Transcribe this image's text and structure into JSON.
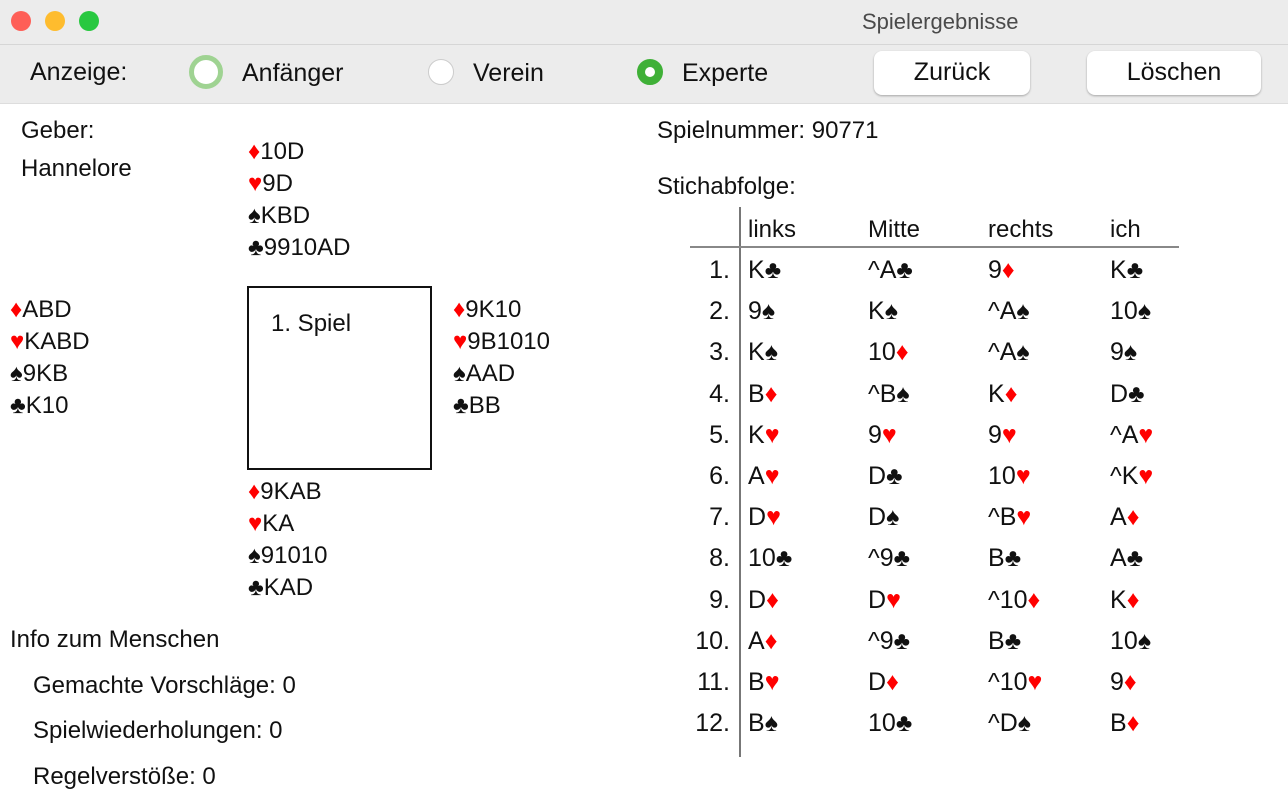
{
  "window": {
    "title": "Spielergebnisse"
  },
  "toolbar": {
    "label": "Anzeige:",
    "options": [
      "Anfänger",
      "Verein",
      "Experte"
    ],
    "selected": "Experte",
    "back": "Zurück",
    "delete": "Löschen"
  },
  "dealer": {
    "label": "Geber:",
    "name": "Hannelore"
  },
  "hands": {
    "top": [
      [
        "♦",
        "10D"
      ],
      [
        "♥",
        "9D"
      ],
      [
        "♠",
        "KBD"
      ],
      [
        "♣",
        "9910AD"
      ]
    ],
    "left": [
      [
        "♦",
        "ABD"
      ],
      [
        "♥",
        "KABD"
      ],
      [
        "♠",
        "9KB"
      ],
      [
        "♣",
        "K10"
      ]
    ],
    "right": [
      [
        "♦",
        "9K10"
      ],
      [
        "♥",
        "9B1010"
      ],
      [
        "♠",
        "AAD"
      ],
      [
        "♣",
        "BB"
      ]
    ],
    "bottom": [
      [
        "♦",
        "9KAB"
      ],
      [
        "♥",
        "KA"
      ],
      [
        "♠",
        "91010"
      ],
      [
        "♣",
        "KAD"
      ]
    ]
  },
  "game_box": "1. Spiel",
  "info": {
    "title": "Info zum Menschen",
    "suggestions": "Gemachte Vorschläge: 0",
    "replays": "Spielwiederholungen: 0",
    "violations": "Regelverstöße: 0"
  },
  "game_number": "Spielnummer: 90771",
  "tricks": {
    "title": "Stichabfolge:",
    "columns": [
      "links",
      "Mitte",
      "rechts",
      "ich"
    ],
    "rows": [
      [
        "1.",
        [
          "K",
          "♣"
        ],
        [
          "^A",
          "♣"
        ],
        [
          "9",
          "♦"
        ],
        [
          "K",
          "♣"
        ]
      ],
      [
        "2.",
        [
          "9",
          "♠"
        ],
        [
          "K",
          "♠"
        ],
        [
          "^A",
          "♠"
        ],
        [
          "10",
          "♠"
        ]
      ],
      [
        "3.",
        [
          "K",
          "♠"
        ],
        [
          "10",
          "♦"
        ],
        [
          "^A",
          "♠"
        ],
        [
          "9",
          "♠"
        ]
      ],
      [
        "4.",
        [
          "B",
          "♦"
        ],
        [
          "^B",
          "♠"
        ],
        [
          "K",
          "♦"
        ],
        [
          "D",
          "♣"
        ]
      ],
      [
        "5.",
        [
          "K",
          "♥"
        ],
        [
          "9",
          "♥"
        ],
        [
          "9",
          "♥"
        ],
        [
          "^A",
          "♥"
        ]
      ],
      [
        "6.",
        [
          "A",
          "♥"
        ],
        [
          "D",
          "♣"
        ],
        [
          "10",
          "♥"
        ],
        [
          "^K",
          "♥"
        ]
      ],
      [
        "7.",
        [
          "D",
          "♥"
        ],
        [
          "D",
          "♠"
        ],
        [
          "^B",
          "♥"
        ],
        [
          "A",
          "♦"
        ]
      ],
      [
        "8.",
        [
          "10",
          "♣"
        ],
        [
          "^9",
          "♣"
        ],
        [
          "B",
          "♣"
        ],
        [
          "A",
          "♣"
        ]
      ],
      [
        "9.",
        [
          "D",
          "♦"
        ],
        [
          "D",
          "♥"
        ],
        [
          "^10",
          "♦"
        ],
        [
          "K",
          "♦"
        ]
      ],
      [
        "10.",
        [
          "A",
          "♦"
        ],
        [
          "^9",
          "♣"
        ],
        [
          "B",
          "♣"
        ],
        [
          "10",
          "♠"
        ]
      ],
      [
        "11.",
        [
          "B",
          "♥"
        ],
        [
          "D",
          "♦"
        ],
        [
          "^10",
          "♥"
        ],
        [
          "9",
          "♦"
        ]
      ],
      [
        "12.",
        [
          "B",
          "♠"
        ],
        [
          "10",
          "♣"
        ],
        [
          "^D",
          "♠"
        ],
        [
          "B",
          "♦"
        ]
      ]
    ]
  },
  "colors": {
    "accent": "#3fb037",
    "red": "#ff0000"
  }
}
